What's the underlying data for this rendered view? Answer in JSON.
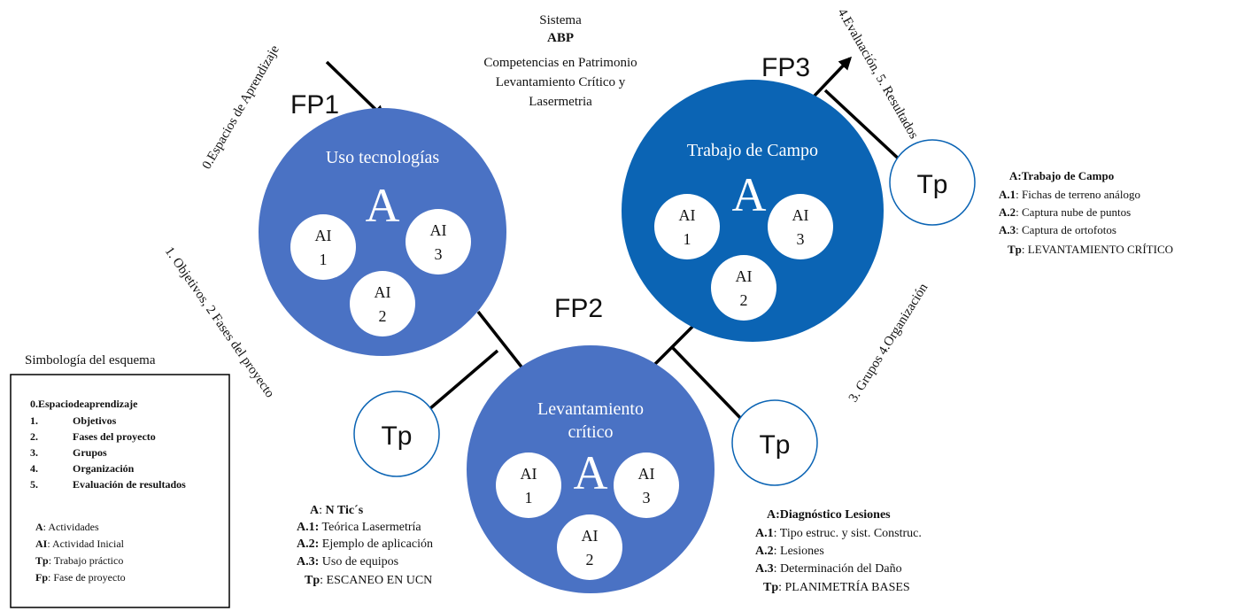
{
  "system": {
    "line1": "Sistema",
    "line2": "ABP",
    "line3": "Competencias en Patrimonio",
    "line4": "Levantamiento Crítico y",
    "line5": "Lasermetria"
  },
  "colors": {
    "light_blue": "#4a72c4",
    "dark_blue": "#0b64b4",
    "white": "#ffffff",
    "line": "#000000"
  },
  "phases": [
    {
      "fp": "FP1",
      "title": "Uso tecnologías",
      "title2": "",
      "big": "A",
      "ai": [
        {
          "l1": "AI",
          "l2": "1"
        },
        {
          "l1": "AI",
          "l2": "3"
        },
        {
          "l1": "AI",
          "l2": "2"
        }
      ]
    },
    {
      "fp": "FP2",
      "title": "Levantamiento",
      "title2": "crítico",
      "big": "A",
      "ai": [
        {
          "l1": "AI",
          "l2": "1"
        },
        {
          "l1": "AI",
          "l2": "3"
        },
        {
          "l1": "AI",
          "l2": "2"
        }
      ]
    },
    {
      "fp": "FP3",
      "title": "Trabajo de Campo",
      "title2": "",
      "big": "A",
      "ai": [
        {
          "l1": "AI",
          "l2": "1"
        },
        {
          "l1": "AI",
          "l2": "3"
        },
        {
          "l1": "AI",
          "l2": "2"
        }
      ]
    }
  ],
  "tp_label": "Tp",
  "diag_labels": {
    "espacios": "0.Espacios de Aprendizaje",
    "objetivos": "1. Objetivos, 2 Fases del proyecto",
    "grupos": "3. Grupos 4.Organización",
    "evaluacion": "4.Evaluación, 5. Resultados"
  },
  "activities": {
    "fp1": [
      {
        "key": "A",
        "sep": ": ",
        "text": "N Tic´s"
      },
      {
        "key": "A.1:",
        "sep": " ",
        "text": "Teórica Lasermetría"
      },
      {
        "key": "A.2:",
        "sep": " ",
        "text": "Ejemplo de aplicación"
      },
      {
        "key": "A.3:",
        "sep": " ",
        "text": "Uso de equipos"
      },
      {
        "key": "Tp",
        "sep": ": ",
        "text": "ESCANEO EN UCN"
      }
    ],
    "fp2": [
      {
        "key": "A:Diagnóstico Lesiones",
        "sep": "",
        "text": ""
      },
      {
        "key": "A.1",
        "sep": ": ",
        "text": "Tipo estruc. y sist. Construc."
      },
      {
        "key": "A.2",
        "sep": ": ",
        "text": "Lesiones"
      },
      {
        "key": "A.3",
        "sep": ": ",
        "text": "Determinación del Daño"
      },
      {
        "key": "Tp",
        "sep": ": ",
        "text": "PLANIMETRÍA BASES"
      }
    ],
    "fp3": [
      {
        "key": "A:Trabajo de Campo",
        "sep": "",
        "text": ""
      },
      {
        "key": "A.1",
        "sep": ": ",
        "text": "Fichas de terreno análogo"
      },
      {
        "key": "A.2",
        "sep": ": ",
        "text": "Captura nube de puntos"
      },
      {
        "key": "A.3",
        "sep": ": ",
        "text": "Captura de ortofotos"
      },
      {
        "key": "Tp",
        "sep": ": ",
        "text": "LEVANTAMIENTO CRÍTICO"
      }
    ]
  },
  "legend": {
    "title": "Simbología del esquema",
    "header": "0.Espaciodeaprendizaje",
    "items": [
      {
        "num": "1.",
        "text": "Objetivos"
      },
      {
        "num": "2.",
        "text": "Fases del proyecto"
      },
      {
        "num": "3.",
        "text": "Grupos"
      },
      {
        "num": "4.",
        "text": "Organización"
      },
      {
        "num": "5.",
        "text": "Evaluación de resultados"
      }
    ],
    "defs": [
      {
        "key": "A",
        "text": ": Actividades"
      },
      {
        "key": "AI",
        "text": ": Actividad Inicial"
      },
      {
        "key": "Tp",
        "text": ": Trabajo práctico"
      },
      {
        "key": "Fp",
        "text": ": Fase de proyecto"
      }
    ]
  }
}
